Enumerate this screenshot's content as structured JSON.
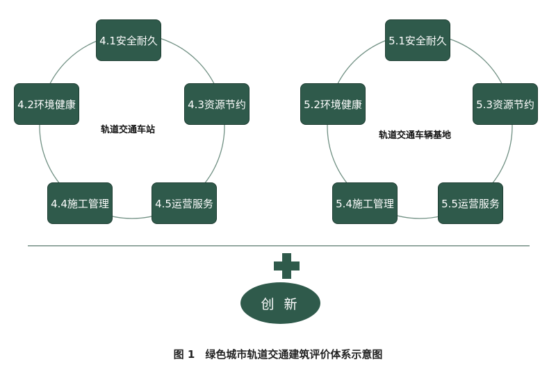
{
  "left": {
    "center": "轨道交通车站",
    "nodes": [
      "4.1安全耐久",
      "4.2环境健康",
      "4.3资源节约",
      "4.4施工管理",
      "4.5运营服务"
    ]
  },
  "right": {
    "center": "轨道交通车辆基地",
    "nodes": [
      "5.1安全耐久",
      "5.2环境健康",
      "5.3资源节约",
      "5.4施工管理",
      "5.5运营服务"
    ]
  },
  "innovation": "创 新",
  "caption": "图 1　绿色城市轨道交通建筑评价体系示意图",
  "colors": {
    "box": "#2f5a4b",
    "ring": "#6f8f82"
  }
}
